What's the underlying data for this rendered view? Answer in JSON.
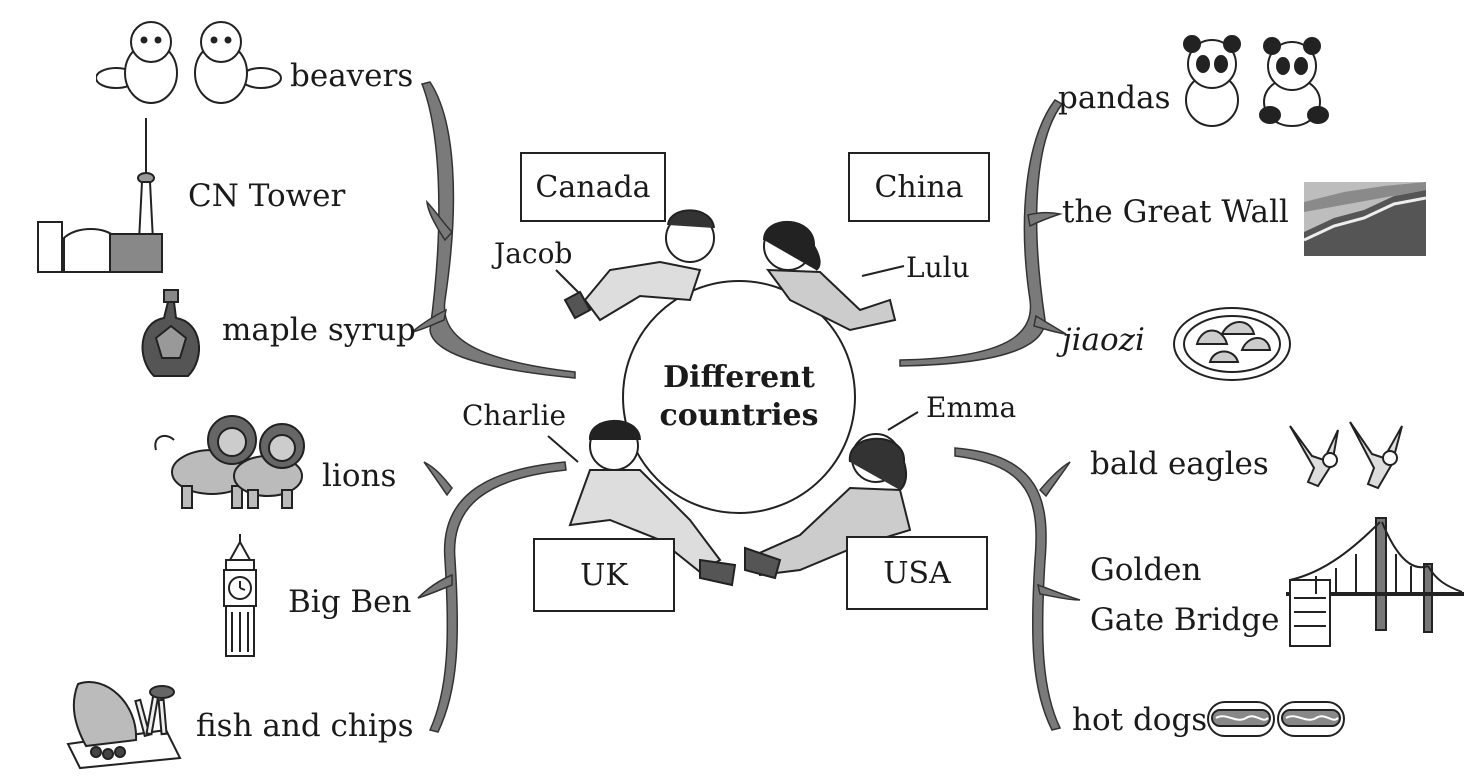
{
  "center": {
    "line1": "Different",
    "line2": "countries"
  },
  "countries": {
    "canada": {
      "name": "Canada",
      "child": "Jacob",
      "items": {
        "a": "beavers",
        "b": "CN Tower",
        "c": "maple syrup"
      }
    },
    "china": {
      "name": "China",
      "child": "Lulu",
      "items": {
        "a": "pandas",
        "b": "the Great Wall",
        "c": "jiaozi"
      }
    },
    "uk": {
      "name": "UK",
      "child": "Charlie",
      "items": {
        "a": "lions",
        "b": "Big Ben",
        "c": "fish and chips"
      }
    },
    "usa": {
      "name": "USA",
      "child": "Emma",
      "items": {
        "a": "bald eagles",
        "b1": "Golden",
        "b2": "Gate Bridge",
        "c": "hot dogs"
      }
    }
  },
  "icons": {
    "beavers": "beaver-icon",
    "cn_tower": "cn-tower-icon",
    "maple_syrup": "maple-syrup-bottle-icon",
    "pandas": "panda-icon",
    "great_wall": "great-wall-icon",
    "jiaozi": "dumplings-plate-icon",
    "lions": "lion-icon",
    "big_ben": "big-ben-icon",
    "fish_chips": "fish-and-chips-icon",
    "bald_eagles": "bald-eagle-icon",
    "golden_gate": "golden-gate-bridge-icon",
    "hot_dogs": "hot-dog-icon"
  },
  "colors": {
    "ink": "#1a1a1a",
    "branch": "#7a7a7a",
    "branch_stroke": "#333333"
  }
}
